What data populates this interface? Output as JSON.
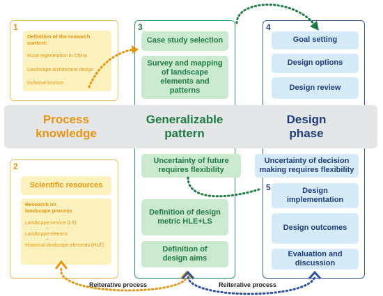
{
  "colors": {
    "orange": "#e9940f",
    "green": "#1f7a44",
    "blue": "#1f3c7e",
    "band": "#e4e6e8"
  },
  "panels": {
    "p1": {
      "number": "1",
      "research_context": {
        "title": "Definition of the research context:",
        "items": [
          "Rural regeneration in China",
          "Landscape architecture design",
          "Inclusive tourism"
        ]
      }
    },
    "p2": {
      "number": "2",
      "scientific_resources": "Scientific resources",
      "research": {
        "title": "Research on landscape process",
        "items": [
          "Landscape service (LS)",
          "+",
          "Landscape element",
          "+",
          "Historical landscape elements (HLE)"
        ]
      }
    },
    "p3": {
      "number": "3",
      "cards": [
        "Case study selection",
        "Survey and mapping of landscape elements and patterns"
      ],
      "uncertainty": "Uncertainty of future requires flexibility",
      "lower_cards": [
        "Definition of design metric HLE+LS",
        "Definition of design aims"
      ]
    },
    "p4": {
      "number": "4",
      "cards": [
        "Goal setting",
        "Design options",
        "Design review"
      ],
      "uncertainty": "Uncertainty of decision making requires flexibility"
    },
    "p5": {
      "number": "5",
      "cards": [
        "Design implementation",
        "Design outcomes",
        "Evaluation and discussion"
      ]
    }
  },
  "band": {
    "process_knowledge": "Process knowledge",
    "generalizable_pattern": "Generalizable pattern",
    "design_phase": "Design phase"
  },
  "captions": {
    "left": "Reiterative process",
    "right": "Reiterative process"
  }
}
